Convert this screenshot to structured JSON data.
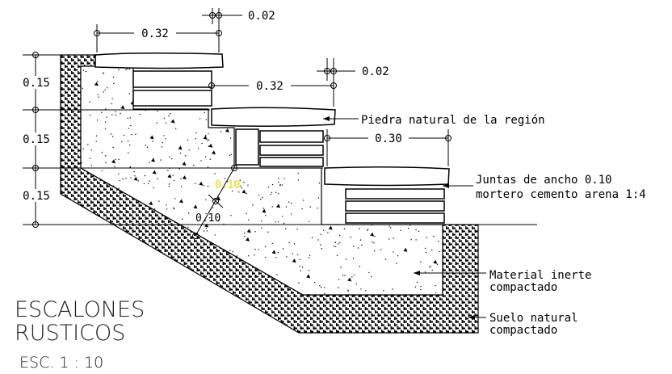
{
  "dimensions": {
    "top_width": "0.32",
    "top_joint": "0.02",
    "mid_width": "0.32",
    "mid_joint": "0.02",
    "low_width": "0.30",
    "riser_1": "0.15",
    "riser_2": "0.15",
    "riser_3": "0.15",
    "slab_highlight": "0.10",
    "slab": "0.10"
  },
  "notes": {
    "stone": "Piedra natural de la región",
    "joints_line1": "Juntas de ancho 0.10",
    "joints_line2": "mortero cemento arena 1:4",
    "fill_line1": "Material inerte",
    "fill_line2": "compactado",
    "soil_line1": "Suelo natural",
    "soil_line2": "compactado"
  },
  "title": {
    "line1": "ESCALONES",
    "line2": "RUSTICOS",
    "scale": "ESC. 1 : 10"
  },
  "colors": {
    "line": "#000000",
    "highlight": "#e8d800"
  }
}
